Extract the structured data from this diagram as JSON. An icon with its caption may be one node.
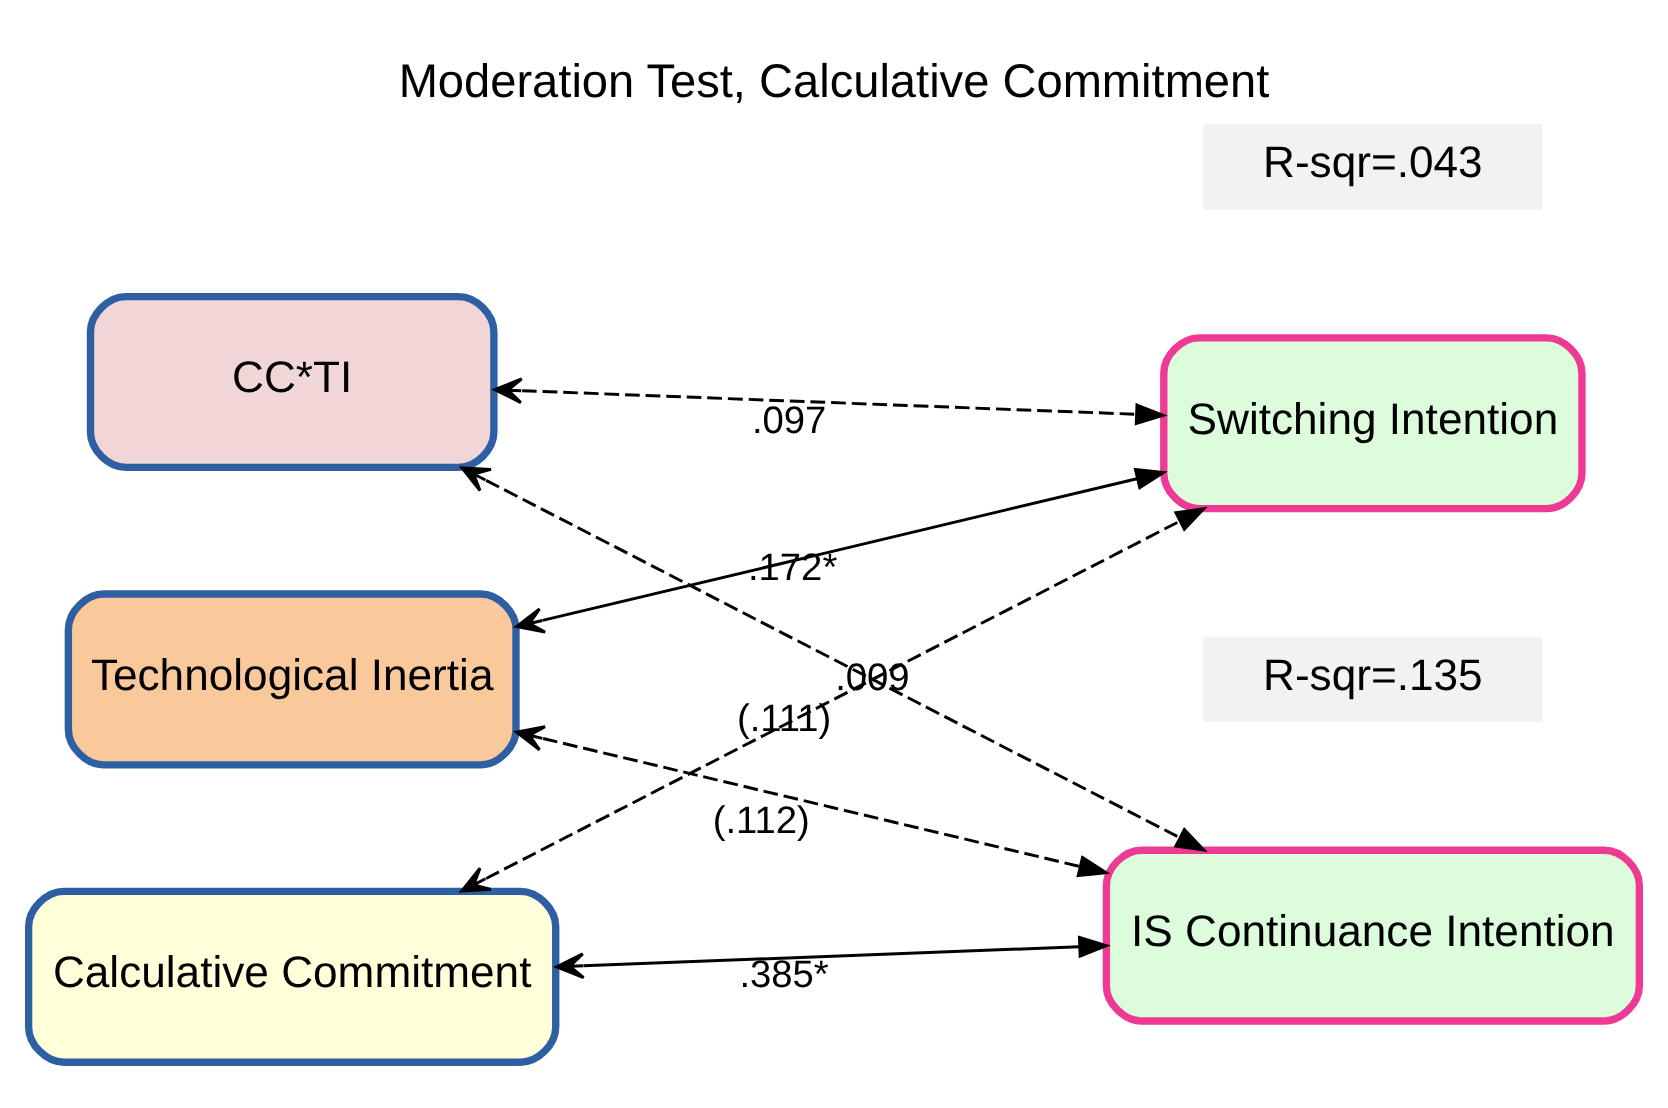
{
  "diagram": {
    "title": "Moderation Test, Calculative Commitment",
    "nodes": [
      {
        "text": [
          "Calculative Commitment"
        ]
      },
      {
        "text": [
          "Technological Inertia"
        ]
      },
      {
        "text": [
          "CC*TI"
        ]
      },
      {
        "text": [
          "IS Continuance Intention"
        ],
        "beside": [
          "R-sqr=.135"
        ]
      },
      {
        "text": [
          "Switching Intention"
        ],
        "beside": [
          "R-sqr=.043"
        ]
      }
    ],
    "edges": [
      {
        "from": 0,
        "to": 3,
        "arrow": "both",
        "label": ".385*"
      },
      {
        "from": 0,
        "to": 4,
        "arrow": "both",
        "label": "(.111)",
        "style": "dashed"
      },
      {
        "from": 1,
        "to": 3,
        "arrow": "both",
        "label": "(.112)",
        "style": "dashed"
      },
      {
        "from": 1,
        "to": 4,
        "arrow": "both",
        "label": ".172*"
      },
      {
        "from": 2,
        "to": 3,
        "arrow": "both",
        "label": ".009",
        "style": "dashed"
      },
      {
        "from": 2,
        "to": 4,
        "arrow": "both",
        "label": ".097",
        "style": "dashed"
      }
    ]
  }
}
